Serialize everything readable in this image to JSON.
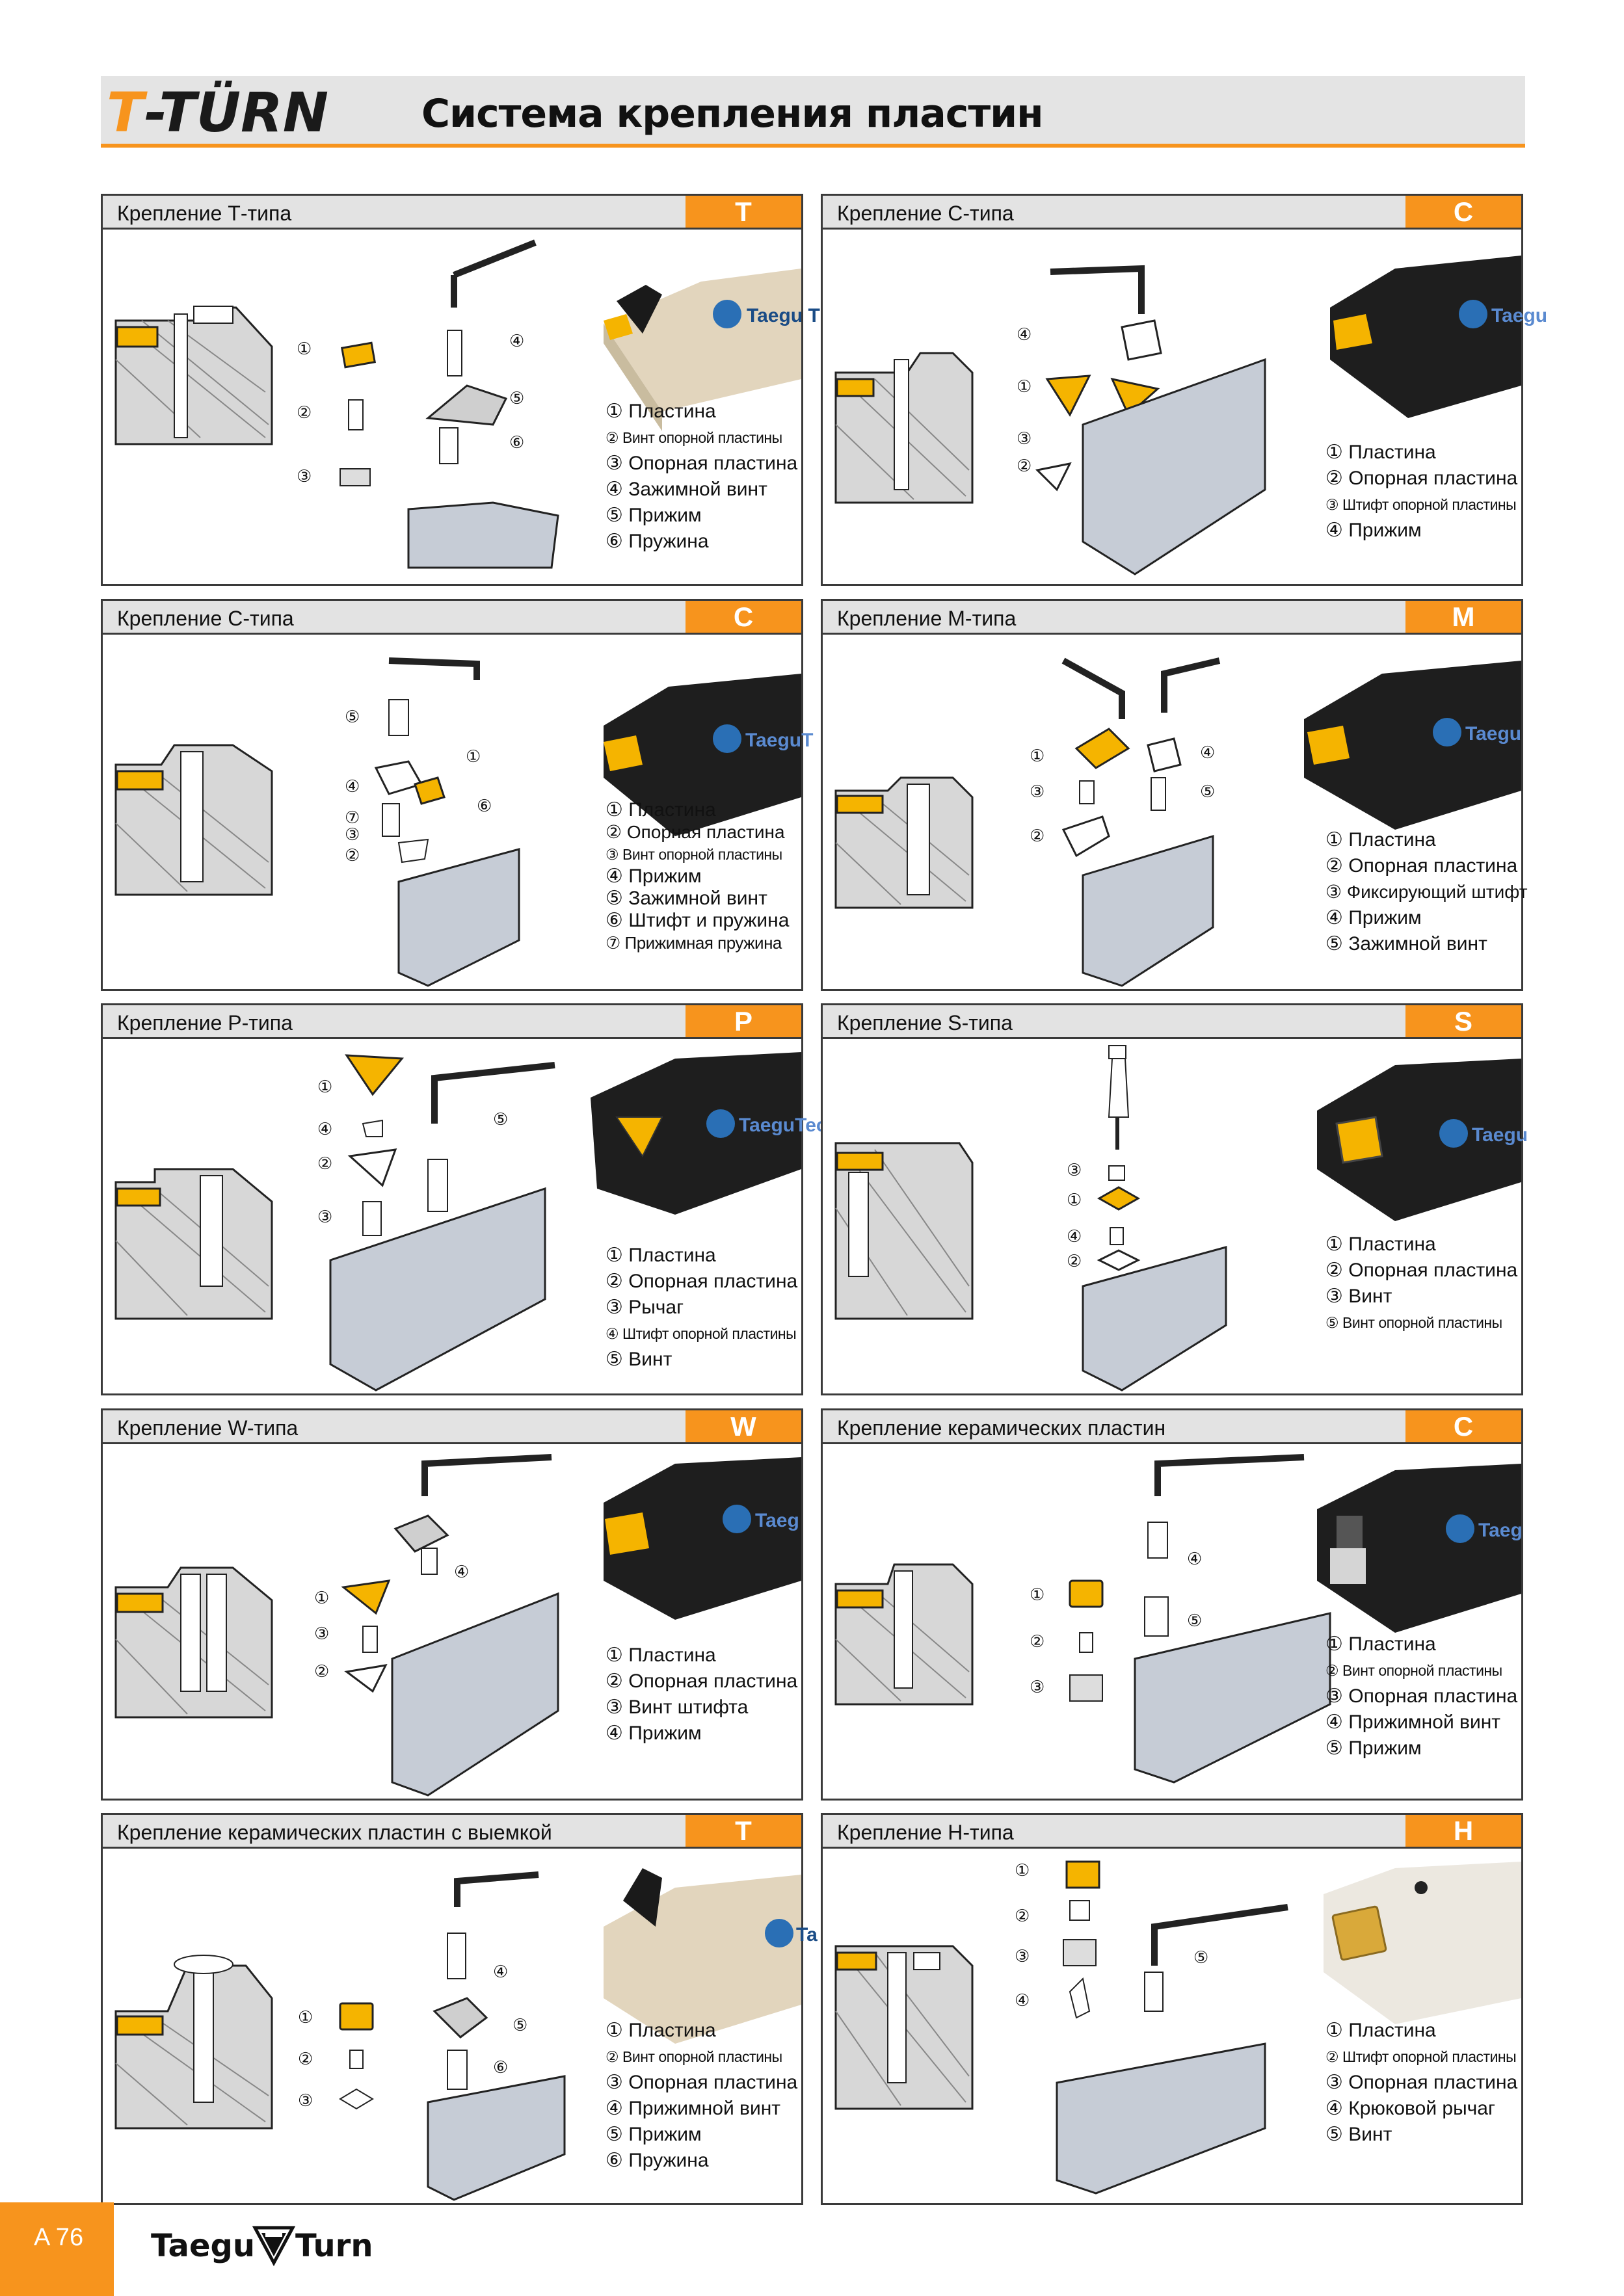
{
  "header": {
    "brand": "T-TÜRN",
    "title": "Система крепления пластин"
  },
  "panels": [
    {
      "title": "Крепление Т-типа",
      "code": "T",
      "holder": "Taegu T",
      "legend": [
        "① Пластина",
        "② Винт опорной пластины",
        "③ Опорная пластина",
        "④ Зажимной винт",
        "⑤ Прижим",
        "⑥ Пружина"
      ]
    },
    {
      "title": "Крепление С-типа",
      "code": "C",
      "holder": "Taegu",
      "legend": [
        "① Пластина",
        "② Опорная пластина",
        "③ Штифт опорной пластины",
        "④ Прижим"
      ]
    },
    {
      "title": "Крепление С-типа",
      "code": "C",
      "holder": "TaeguT",
      "legend": [
        "① Пластина",
        "② Опорная пластина",
        "③ Винт опорной пластины",
        "④ Прижим",
        "⑤ Зажимной винт",
        "⑥ Штифт и пружина",
        "⑦ Прижимная пружина"
      ]
    },
    {
      "title": "Крепление М-типа",
      "code": "M",
      "holder": "Taegu",
      "legend": [
        "① Пластина",
        "② Опорная пластина",
        "③ Фиксирующий штифт",
        "④ Прижим",
        "⑤ Зажимной винт"
      ]
    },
    {
      "title": "Крепление Р-типа",
      "code": "P",
      "holder": "TaeguTec",
      "legend": [
        "① Пластина",
        "② Опорная пластина",
        "③ Рычаг",
        "④ Штифт опорной пластины",
        "⑤ Винт"
      ]
    },
    {
      "title": "Крепление S-типа",
      "code": "S",
      "holder": "Taegu",
      "legend": [
        "① Пластина",
        "② Опорная пластина",
        "③ Винт",
        "⑤ Винт опорной пластины"
      ]
    },
    {
      "title": "Крепление W-типа",
      "code": "W",
      "holder": "Taeg",
      "legend": [
        "① Пластина",
        "② Опорная пластина",
        "③ Винт штифта",
        "④ Прижим"
      ]
    },
    {
      "title": "Крепление керамических пластин",
      "code": "C",
      "holder": "Taeg",
      "legend": [
        "① Пластина",
        "② Винт опорной пластины",
        "③ Опорная пластина",
        "④ Прижимной винт",
        "⑤ Прижим"
      ]
    },
    {
      "title": "Крепление керамических пластин с выемкой",
      "code": "T",
      "holder": "Ta",
      "legend": [
        "① Пластина",
        "② Винт опорной пластины",
        "③ Опорная пластина",
        "④ Прижимной винт",
        "⑤ Прижим",
        "⑥ Пружина"
      ]
    },
    {
      "title": "Крепление Н-типа",
      "code": "H",
      "holder": "",
      "legend": [
        "① Пластина",
        "② Штифт опорной пластины",
        "③ Опорная пластина",
        "④ Крюковой рычаг",
        "⑤ Винт"
      ]
    }
  ],
  "footer": {
    "page_number": "A 76",
    "logo_left": "Taegu",
    "logo_right": "Turn"
  },
  "colors": {
    "accent": "#f7941d",
    "insert_yellow": "#f5b400",
    "panel_bar": "#e3e3e3",
    "holder_dark": "#1e1e1e",
    "holder_beige": "#e2d5bd",
    "body_blue_grey": "#c6ccd6"
  }
}
